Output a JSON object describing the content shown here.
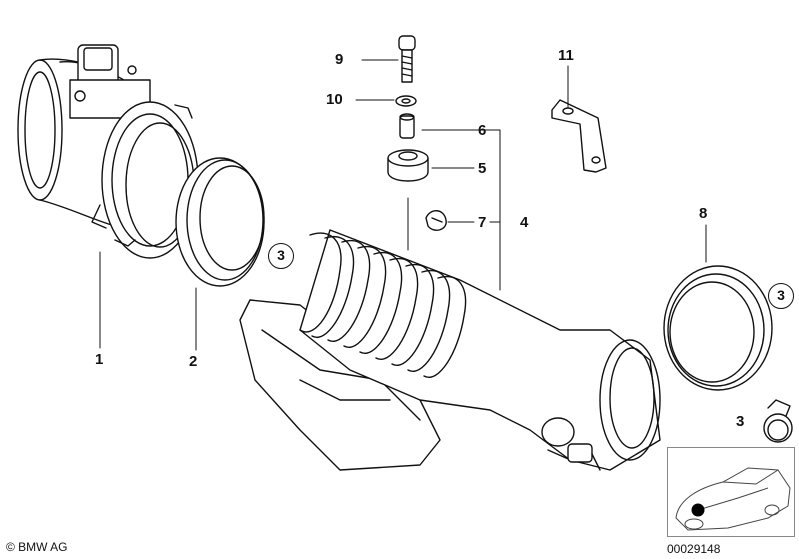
{
  "labels": {
    "p1": "1",
    "p2": "2",
    "p3a": "3",
    "p3b": "3",
    "p3c": "3",
    "p4": "4",
    "p5": "5",
    "p6": "6",
    "p7": "7",
    "p8": "8",
    "p9": "9",
    "p10": "10",
    "p11": "11"
  },
  "footer": {
    "copyright": "© BMW AG",
    "part_code": "00029148"
  },
  "colors": {
    "line": "#111111",
    "marker": "#000000",
    "thumb_border": "#888888"
  }
}
